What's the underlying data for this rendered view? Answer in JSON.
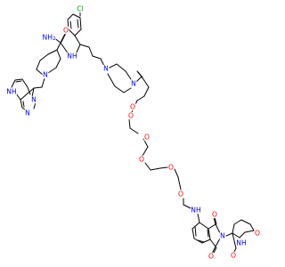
{
  "palette": {
    "background": "#ffffff",
    "bond": "#000000",
    "nitrogen": "#0000ff",
    "oxygen": "#ff0000",
    "chlorine": "#00a000"
  },
  "labels": {
    "amine": "NH",
    "amine_subscript": "2",
    "amide_nh": "NH",
    "chlorine": "Cl",
    "piperidine_n": "N",
    "pyrrole_nh": "NH",
    "pyrimidine_n1": "N",
    "pyrimidine_n2": "N",
    "piperazine_n1": "N",
    "piperazine_n2": "N",
    "amide_o1": "O",
    "carbonyl_o": "O",
    "ether_o1": "O",
    "ether_o2": "O",
    "ether_o3": "O",
    "ether_o4": "O",
    "ether_o5": "O",
    "anilino_nh": "NH",
    "imide_n": "N",
    "imide_o1": "O",
    "imide_o2": "O",
    "glutarimide_nh": "NH",
    "glutarimide_o1": "O",
    "glutarimide_o2": "O"
  }
}
